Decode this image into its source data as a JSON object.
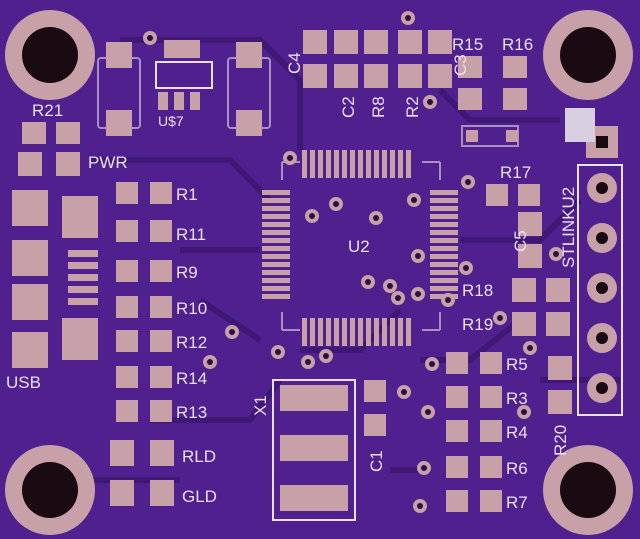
{
  "labels": {
    "c4": "C4",
    "c2": "C2",
    "r8": "R8",
    "r2": "R2",
    "c3": "C3",
    "r15": "R15",
    "r16": "R16",
    "r21": "R21",
    "u7": "U$7",
    "pwr": "PWR",
    "r17": "R17",
    "stlink": "STLINKU2",
    "u2": "U2",
    "c5": "C5",
    "r1": "R1",
    "r11": "R11",
    "r9": "R9",
    "r10": "R10",
    "r12": "R12",
    "r14": "R14",
    "r13": "R13",
    "rld": "RLD",
    "gld": "GLD",
    "usb": "USB",
    "x1": "X1",
    "c1": "C1",
    "r18": "R18",
    "r19": "R19",
    "r5": "R5",
    "r3": "R3",
    "r4": "R4",
    "r6": "R6",
    "r7": "R7",
    "r20": "R20"
  },
  "colors": {
    "board": "#51208f",
    "pad": "#c8a0a8",
    "silk": "#e8e0f0",
    "hole": "#1a0a12"
  }
}
